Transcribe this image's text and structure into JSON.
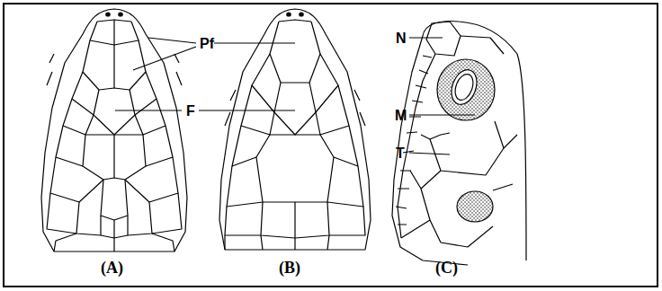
{
  "diagram": {
    "labels": [
      "Pf",
      "F",
      "N",
      "M",
      "T",
      "(A)",
      "(B)",
      "(C)"
    ]
  }
}
